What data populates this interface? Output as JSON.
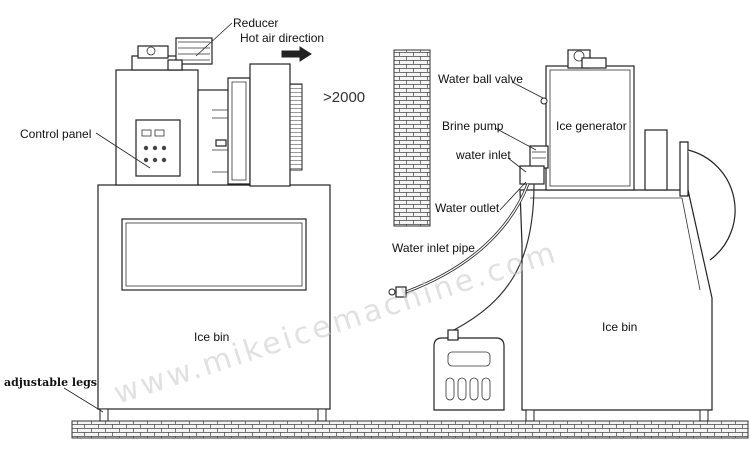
{
  "labels": {
    "reducer": "Reducer",
    "hot_air_direction": "Hot air direction",
    "control_panel": "Control panel",
    "distance": ">2000",
    "water_ball_valve": "Water ball valve",
    "brine_pump": "Brine pump",
    "ice_generator": "Ice generator",
    "water_inlet": "water inlet",
    "water_outlet": "Water outlet",
    "water_inlet_pipe": "Water inlet pipe",
    "ice_bin_left": "Ice bin",
    "ice_bin_right": "Ice bin",
    "adjustable_legs": "adjustable legs"
  },
  "watermark": "www.mikeicemachine.com",
  "colors": {
    "line": "#222222",
    "watermark": "#c9c9c9",
    "brick_fill": "#f4f4f4"
  }
}
